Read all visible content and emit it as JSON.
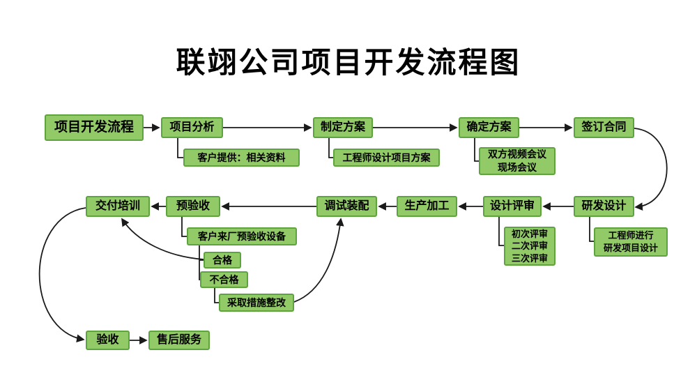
{
  "title": "联翊公司项目开发流程图",
  "colors": {
    "box_fill": "#92ca68",
    "box_border": "#5da33e",
    "line": "#1a1a1a"
  },
  "nodes": {
    "start": {
      "label": "项目开发流程"
    },
    "analysis": {
      "label": "项目分析"
    },
    "plan": {
      "label": "制定方案"
    },
    "confirm": {
      "label": "确定方案"
    },
    "contract": {
      "label": "签订合同"
    },
    "customer_info": {
      "label": "客户提供：相关资料"
    },
    "engineer_plan": {
      "label": "工程师设计项目方案"
    },
    "meeting": {
      "lines": [
        "双方视频会议",
        "现场会议"
      ]
    },
    "delivery": {
      "label": "交付培训"
    },
    "pre_acceptance": {
      "label": "预验收"
    },
    "debug": {
      "label": "调试装配"
    },
    "production": {
      "label": "生产加工"
    },
    "review": {
      "label": "设计评审"
    },
    "rd_design": {
      "label": "研发设计"
    },
    "customer_visit": {
      "label": "客户来厂预验收设备"
    },
    "qualified": {
      "label": "合格"
    },
    "unqualified": {
      "label": "不合格"
    },
    "rectify": {
      "label": "采取措施整改"
    },
    "reviews": {
      "lines": [
        "初次评审",
        "二次评审",
        "三次评审"
      ]
    },
    "engineer_rd": {
      "lines": [
        "工程师进行",
        "研发项目设计"
      ]
    },
    "acceptance": {
      "label": "验收"
    },
    "after_sales": {
      "label": "售后服务"
    }
  }
}
